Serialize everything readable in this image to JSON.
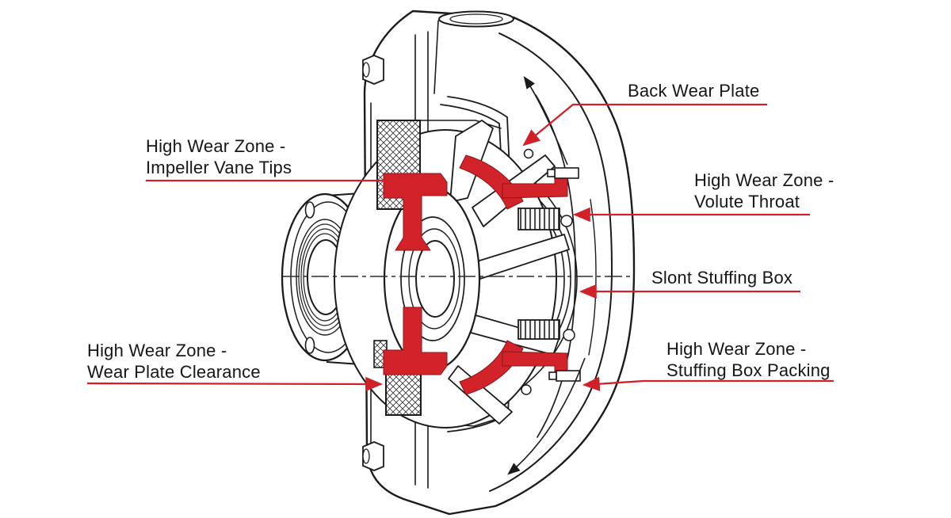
{
  "colors": {
    "accent": "#cf2127",
    "wear_zone_fill": "#d2232a",
    "ink": "#1b1b1b"
  },
  "diagram": {
    "type": "pump-cross-section-wear-diagram",
    "labels": {
      "back_wear_plate": {
        "text": "Back Wear Plate"
      },
      "impeller_vane_tips": {
        "line1": "High Wear Zone -",
        "line2": "Impeller Vane Tips"
      },
      "volute_throat": {
        "line1": "High Wear Zone -",
        "line2": "Volute Throat"
      },
      "stuffing_box": {
        "text": "Slont Stuffing Box"
      },
      "wear_plate_clearance": {
        "line1": "High Wear Zone -",
        "line2": "Wear Plate Clearance"
      },
      "stuffing_box_packing": {
        "line1": "High Wear Zone -",
        "line2": "Stuffing Box Packing"
      }
    }
  }
}
